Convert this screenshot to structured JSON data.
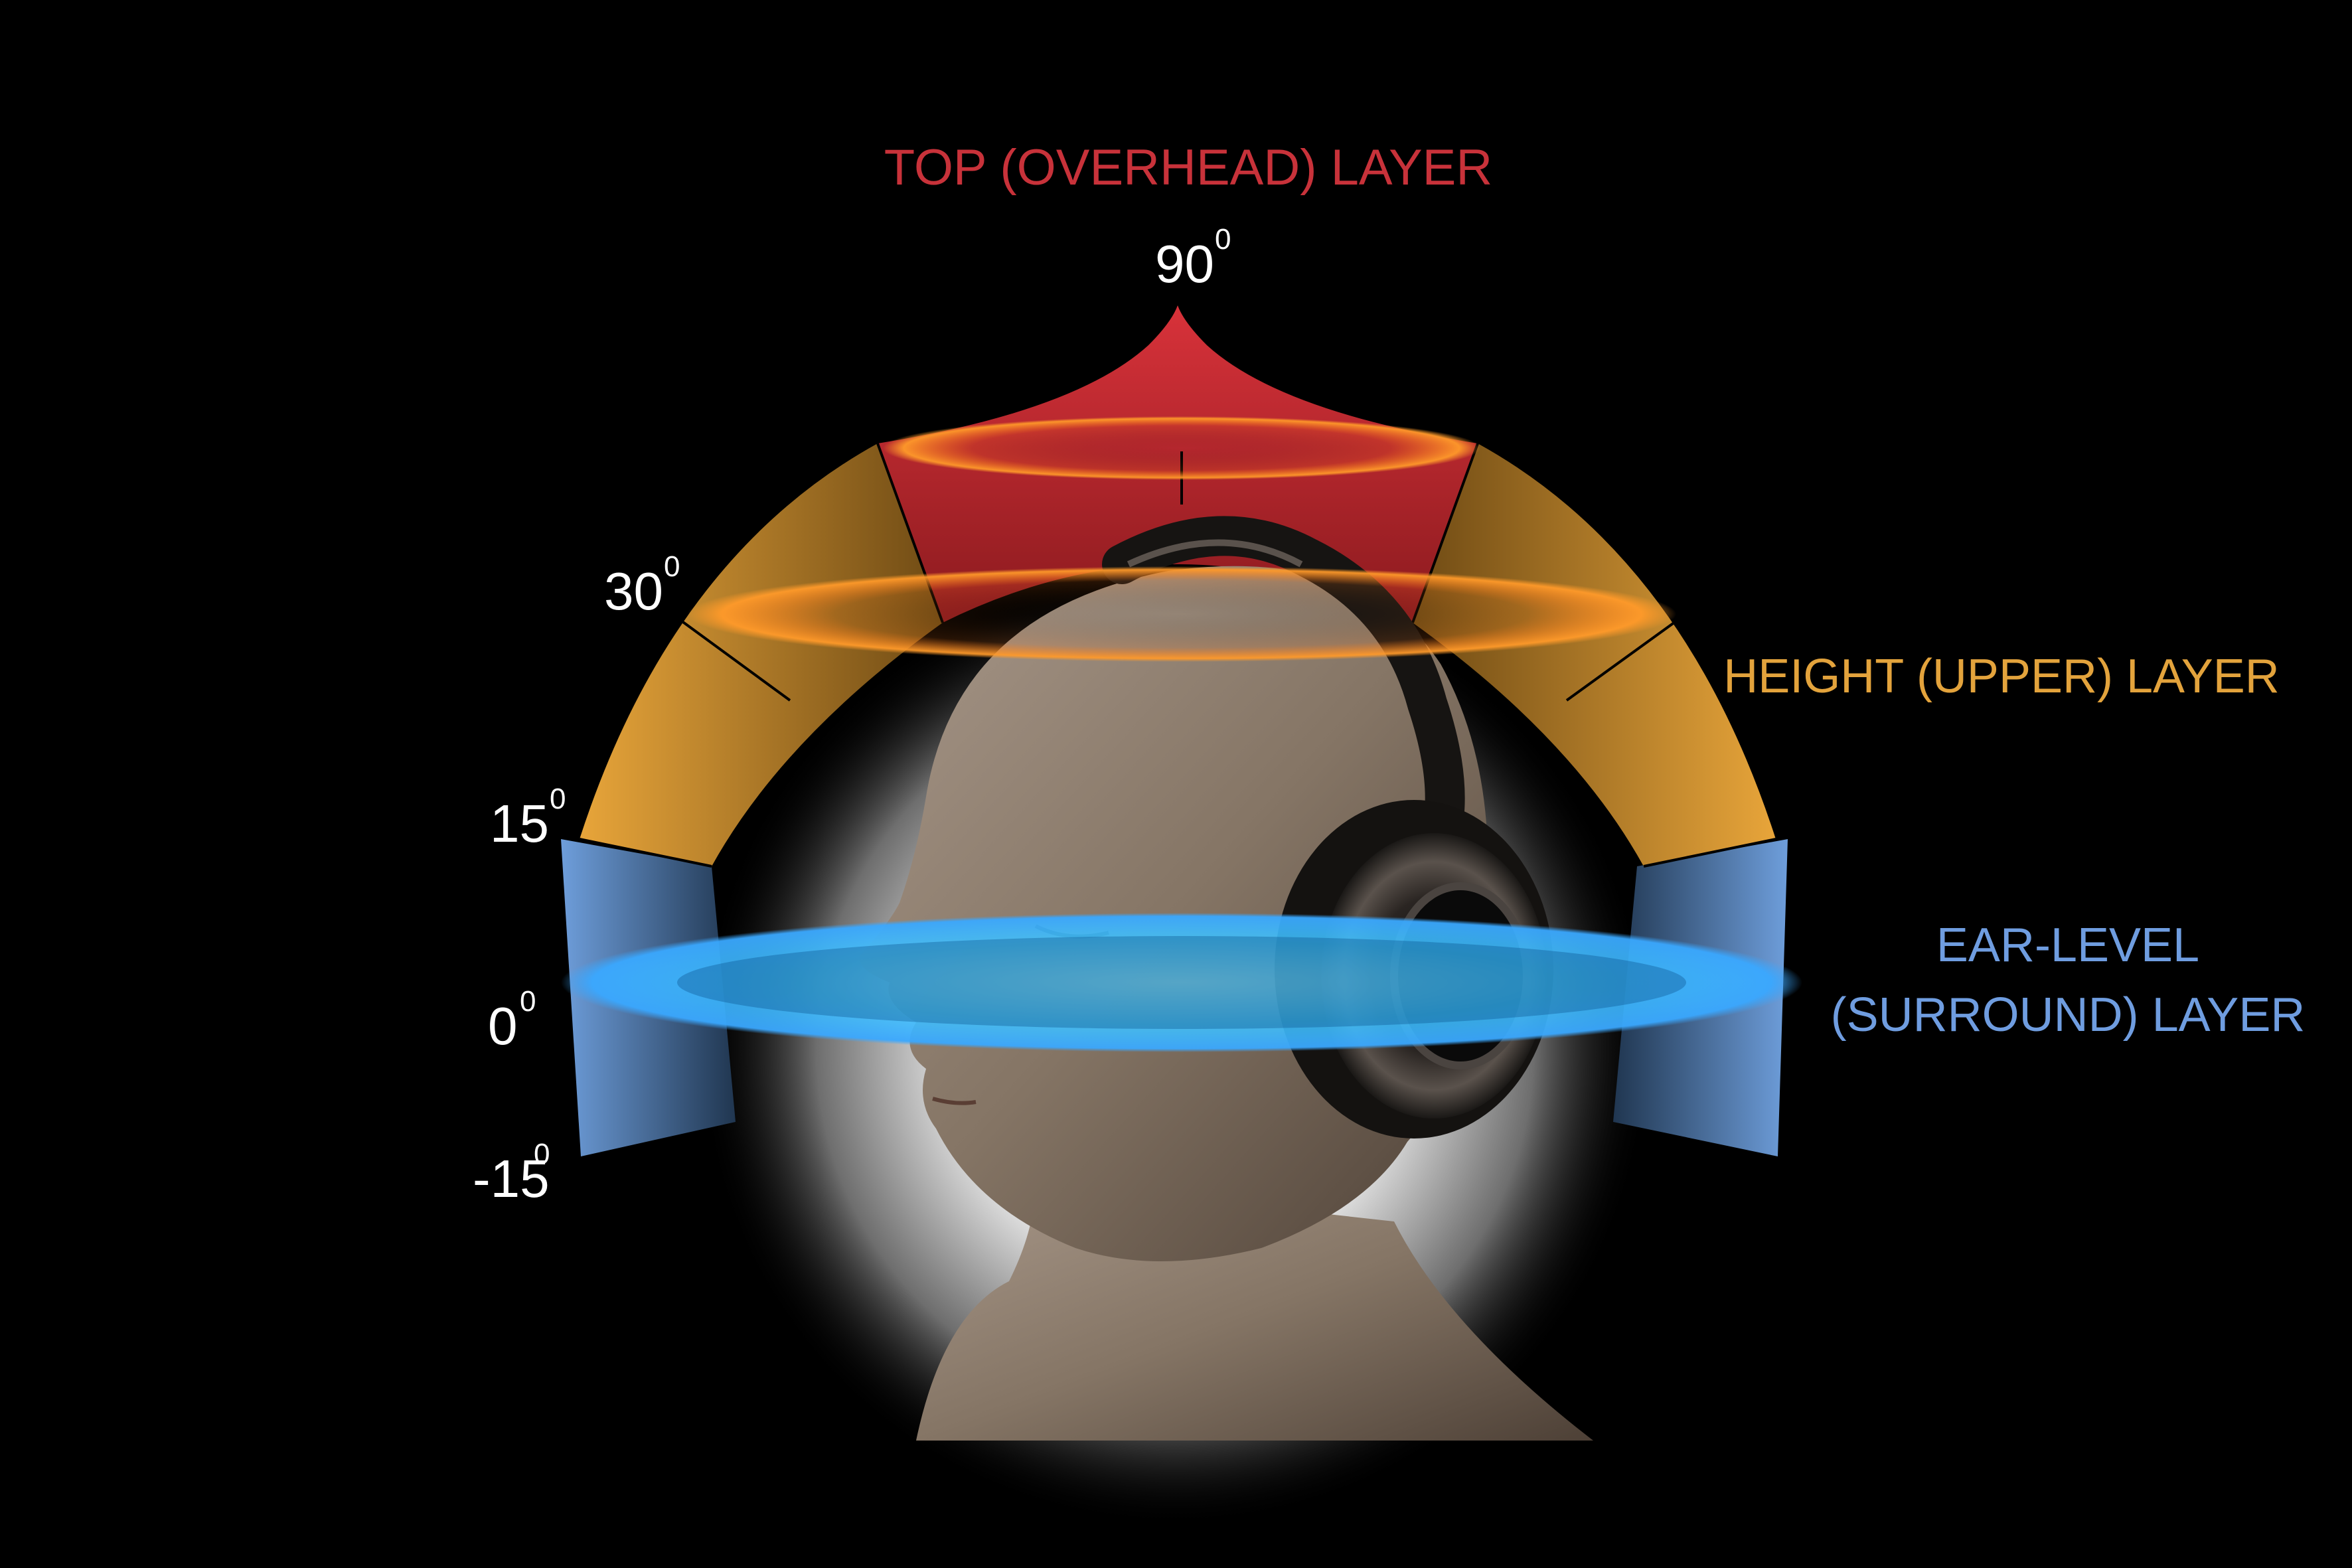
{
  "labels": {
    "top_layer": "TOP (OVERHEAD) LAYER",
    "height_layer": "HEIGHT (UPPER) LAYER",
    "ear_level_line1": "EAR-LEVEL",
    "ear_level_line2": "(SURROUND) LAYER"
  },
  "angles": {
    "a90": "90",
    "a30": "30",
    "a15": "15",
    "a0": "0",
    "a_neg15": "-15",
    "degree_superscript": "0"
  },
  "colors": {
    "background": "#000000",
    "top_layer": "#c1272d",
    "height_layer": "#e0a43a",
    "ear_level": "#6a9ad8",
    "ring_orange": "#ff8c2a",
    "ring_blue": "#4fd0ff",
    "angle_label": "#ffffff"
  },
  "icons": {
    "head": "head-with-headphones-illustration"
  }
}
